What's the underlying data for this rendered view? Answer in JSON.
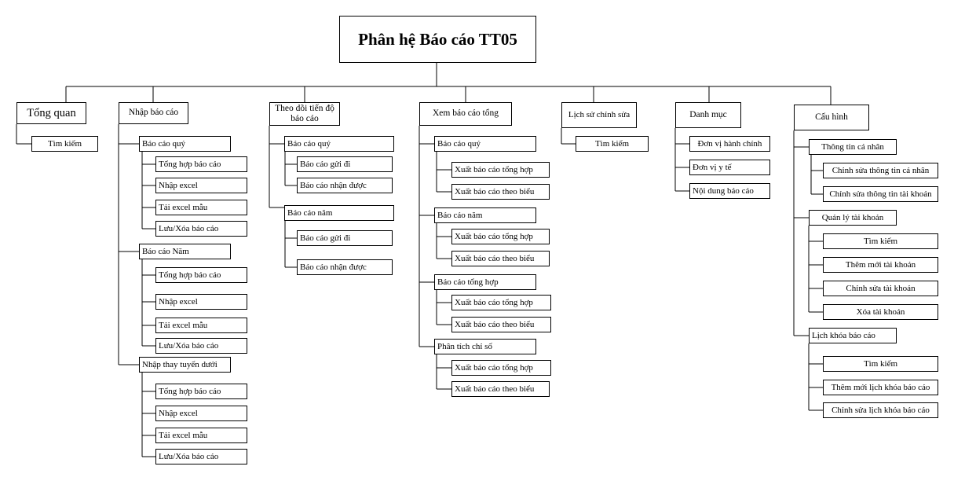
{
  "root": "Phân hệ Báo cáo TT05",
  "tong_quan": {
    "title": "Tổng quan",
    "items": [
      "Tìm kiếm"
    ]
  },
  "nhap_bao_cao": {
    "title": "Nhập báo cáo",
    "groups": [
      {
        "title": "Báo cáo quý",
        "items": [
          "Tổng hợp báo cáo",
          "Nhập excel",
          "Tải excel mẫu",
          "Lưu/Xóa báo cáo"
        ]
      },
      {
        "title": "Báo cáo Năm",
        "items": [
          "Tổng hợp báo cáo",
          "Nhập excel",
          "Tải excel mẫu",
          "Lưu/Xóa báo cáo"
        ]
      },
      {
        "title": "Nhập thay tuyến dưới",
        "items": [
          "Tổng hợp báo cáo",
          "Nhập excel",
          "Tải excel mẫu",
          "Lưu/Xóa báo cáo"
        ]
      }
    ]
  },
  "theo_doi": {
    "title": "Theo dõi tiến độ báo cáo",
    "groups": [
      {
        "title": "Báo cáo quý",
        "items": [
          "Báo cáo gửi đi",
          "Báo cáo nhận được"
        ]
      },
      {
        "title": "Báo cáo năm",
        "items": [
          "Báo cáo gửi đi",
          "Báo cáo nhận được"
        ]
      }
    ]
  },
  "xem_bao_cao": {
    "title": "Xem báo cáo tổng",
    "groups": [
      {
        "title": "Báo cáo quý",
        "items": [
          "Xuất báo cáo tổng hợp",
          "Xuất báo cáo theo biểu"
        ]
      },
      {
        "title": "Báo cáo năm",
        "items": [
          "Xuất báo cáo tổng hợp",
          "Xuất báo cáo theo biểu"
        ]
      },
      {
        "title": "Báo cáo tổng hợp",
        "items": [
          "Xuất báo cáo tổng hợp",
          "Xuất báo cáo theo biểu"
        ]
      },
      {
        "title": "Phân tích chỉ số",
        "items": [
          "Xuất báo cáo tổng hợp",
          "Xuất báo cáo theo biểu"
        ]
      }
    ]
  },
  "lich_su": {
    "title": "Lịch sử chỉnh sửa",
    "items": [
      "Tìm kiếm"
    ]
  },
  "danh_muc": {
    "title": "Danh mục",
    "items": [
      "Đơn vị hành chính",
      "Đơn vị y tế",
      "Nội dung báo cáo"
    ]
  },
  "cau_hinh": {
    "title": "Cấu hình",
    "groups": [
      {
        "title": "Thông tin cá nhân",
        "items": [
          "Chỉnh sửa thông tin cá nhân",
          "Chỉnh sửa thông tin tài khoản"
        ]
      },
      {
        "title": "Quản lý tài khoản",
        "items": [
          "Tìm kiếm",
          "Thêm mới tài khoản",
          "Chỉnh sửa tài khoản",
          "Xóa tài khoản"
        ]
      },
      {
        "title": "Lịch khóa báo cáo",
        "items": [
          "Tìm kiếm",
          "Thêm mới lịch khóa báo cáo",
          "Chỉnh sửa lịch khóa báo cáo"
        ]
      }
    ]
  }
}
